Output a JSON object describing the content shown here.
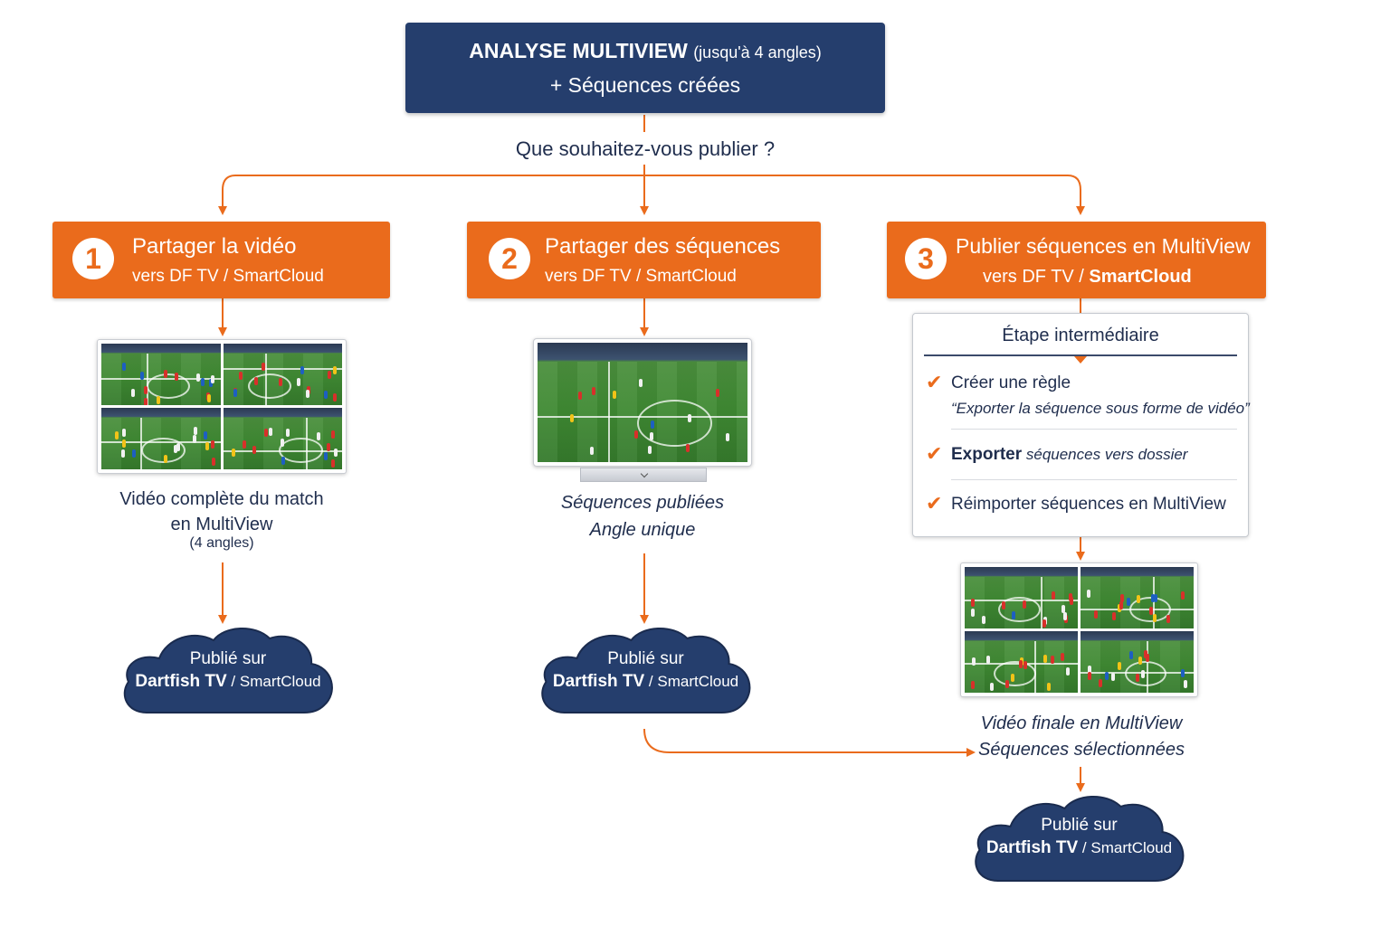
{
  "header": {
    "title": "ANALYSE MULTIVIEW",
    "title_note": "(jusqu'à 4 angles)",
    "subtitle": "+ Séquences créées"
  },
  "question": "Que souhaitez-vous publier ?",
  "steps": [
    {
      "number": "1",
      "title": "Partager la vidéo",
      "dest_prefix": "vers DF TV / SmartCloud",
      "dest_bold": ""
    },
    {
      "number": "2",
      "title": "Partager des séquences",
      "dest_prefix": "vers DF TV / SmartCloud",
      "dest_bold": ""
    },
    {
      "number": "3",
      "title": "Publier séquences en MultiView",
      "dest_prefix": "vers DF TV / ",
      "dest_bold": "SmartCloud"
    }
  ],
  "captions": {
    "step1_line1": "Vidéo complète du match",
    "step1_line2": "en MultiView",
    "step1_note": "(4 angles)",
    "step2_line1": "Séquences publiées",
    "step2_line2": "Angle unique",
    "step3_line1": "Vidéo finale en MultiView",
    "step3_line2": "Séquences sélectionnées"
  },
  "panel": {
    "title": "Étape intermédiaire",
    "item1": "Créer une règle",
    "item1_quote": "“Exporter la séquence sous forme de vidéo”",
    "item2_bold": "Exporter",
    "item2_rest": " séquences vers dossier",
    "item3": "Réimporter séquences en MultiView",
    "check_glyph": "✔"
  },
  "cloud": {
    "line1": "Publié sur",
    "brand": "Dartfish TV",
    "rest": " / SmartCloud"
  },
  "colors": {
    "navy": "#253e6d",
    "orange": "#ea6b1c",
    "text": "#1f2d4d"
  },
  "icons": [
    "check-icon",
    "cloud-icon",
    "monitor-icon"
  ]
}
